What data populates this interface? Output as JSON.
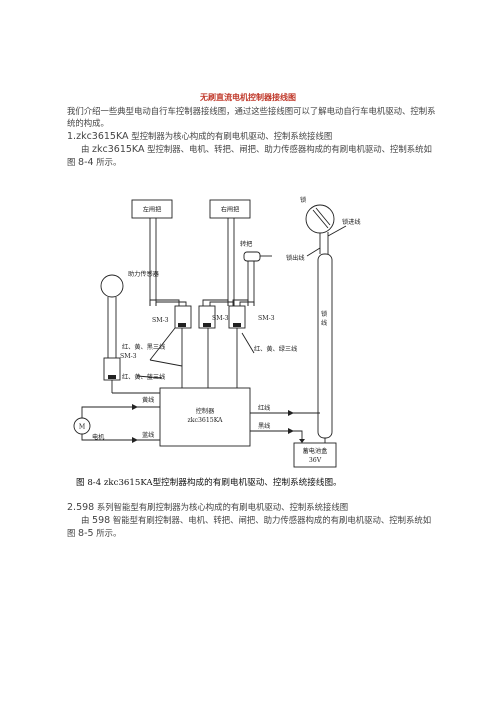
{
  "document": {
    "title": "无刷直流电机控制器接线图",
    "intro": "我们介绍一些典型电动自行车控制器接线图，通过这些接线图可以了解电动自行车电机驱动、控制系统的构成。",
    "section1": {
      "heading_num": "1.",
      "heading_code": "zkc3615KA",
      "heading_text": " 型控制器为核心构成的有刷电机驱动、控制系统接线图",
      "body_pre": "由 ",
      "body_code": "zkc3615KA",
      "body_mid": " 型控制器、电机、转把、闸把、助力传感器构成的有刷电机驱动、控制系统如图 ",
      "body_ref": "8-4",
      "body_post": " 所示。"
    },
    "figure": {
      "labels": {
        "left_brake": "左闸把",
        "right_brake": "右闸把",
        "lock": "锁",
        "lock_in": "锁进线",
        "lock_out": "锁出线",
        "lock_line": "锁线",
        "throttle": "转把",
        "assist_sensor": "助力传感器",
        "sm3_a": "SM-3",
        "sm3_b": "SM-3",
        "sm3_c": "SM-3",
        "sm3_d": "SM-3",
        "wires_rbw": "红、黄、黑三线",
        "wires_ryg": "红、黄、绿三线",
        "wires_ryb": "红、黄、蓝三线",
        "yellow": "黄线",
        "blue": "蓝线",
        "red": "红线",
        "black": "黑线",
        "motor_symbol": "M",
        "motor": "电机",
        "controller": "控制器",
        "controller_model": "zkc3615KA",
        "battery": "蓄电池盒",
        "battery_voltage": "36V"
      },
      "caption": "图 8-4  zkc3615KA型控制器构成的有刷电机驱动、控制系统接线图。"
    },
    "section2": {
      "heading_num": "2.",
      "heading_code": "598",
      "heading_text": " 系列智能型有刷控制器为核心构成的有刷电机驱动、控制系统接线图",
      "body_pre": "由 ",
      "body_code": "598",
      "body_mid": " 智能型有刷控制器、电机、转把、闸把、助力传感器构成的有刷电机驱动、控制系统如图 ",
      "body_ref": "8-5",
      "body_post": " 所示。"
    }
  }
}
